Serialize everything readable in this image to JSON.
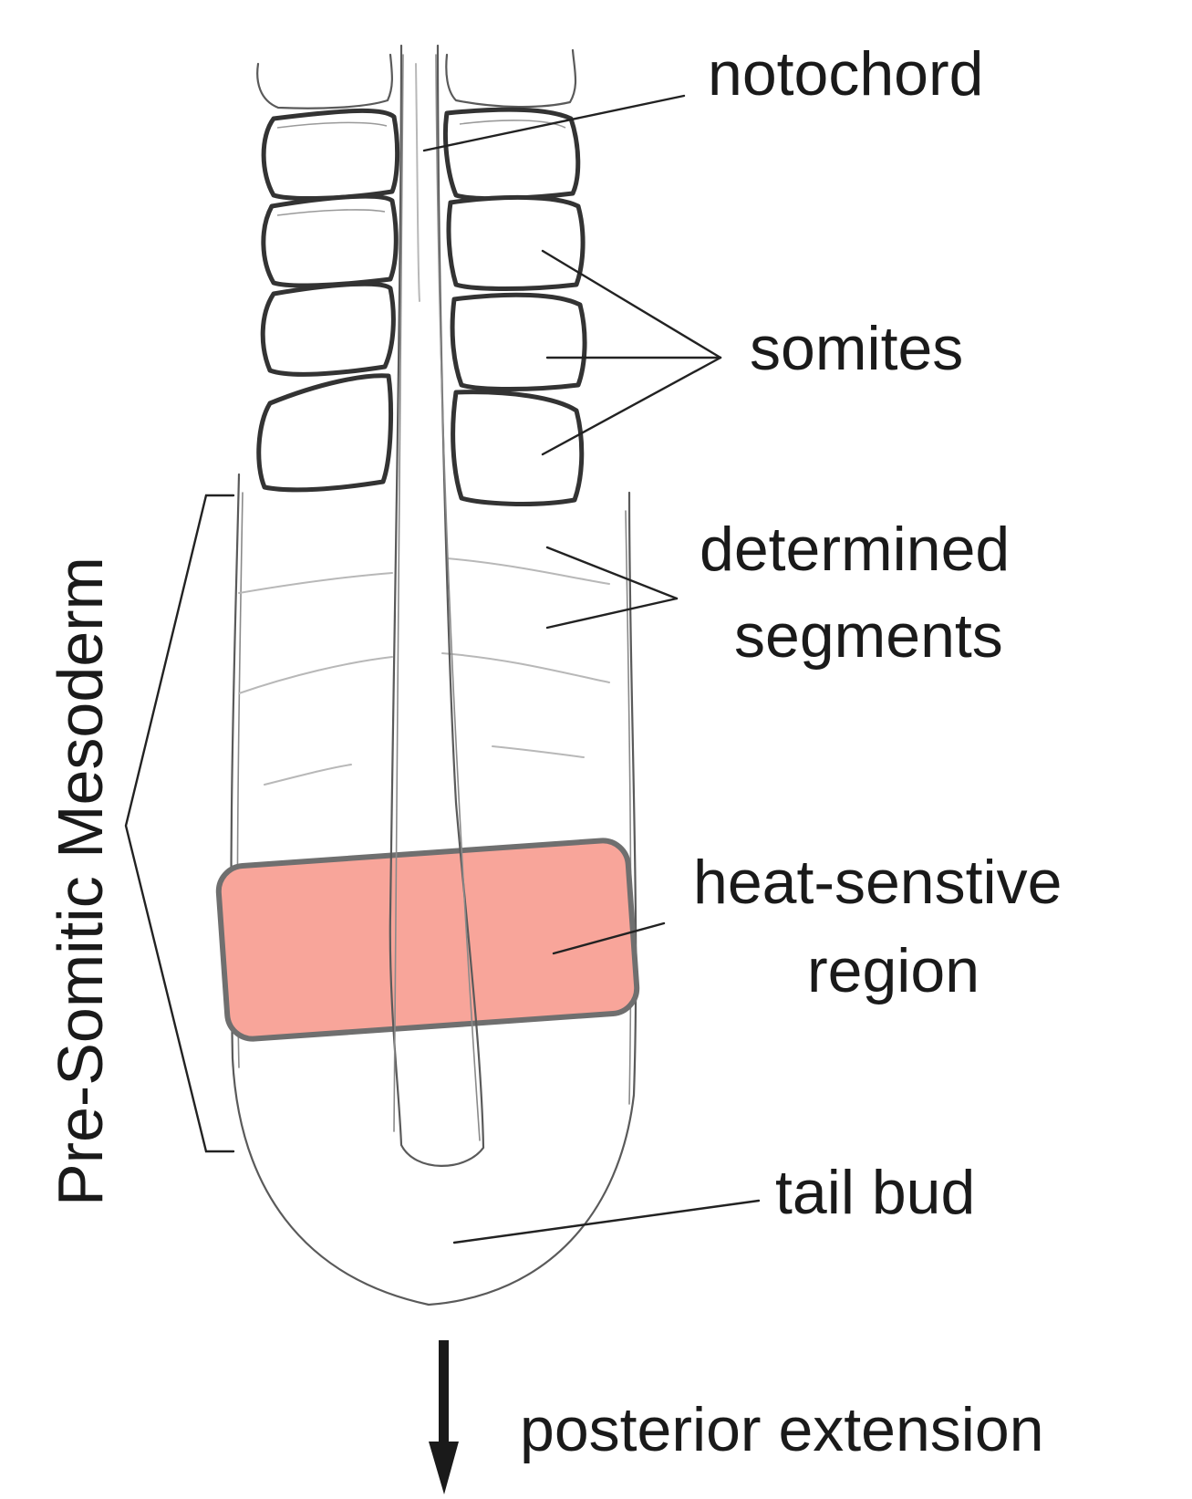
{
  "labels": {
    "notochord": "notochord",
    "somites": "somites",
    "determined_line1": "determined",
    "determined_line2": "segments",
    "heat_line1": "heat-senstive",
    "heat_line2": "region",
    "tail_bud": "tail bud",
    "posterior": "posterior extension",
    "psm": "Pre-Somitic Mesoderm"
  },
  "colors": {
    "heat_region_fill": "#f8a59a",
    "heat_region_stroke": "#6f6f6f",
    "line": "#222222"
  }
}
